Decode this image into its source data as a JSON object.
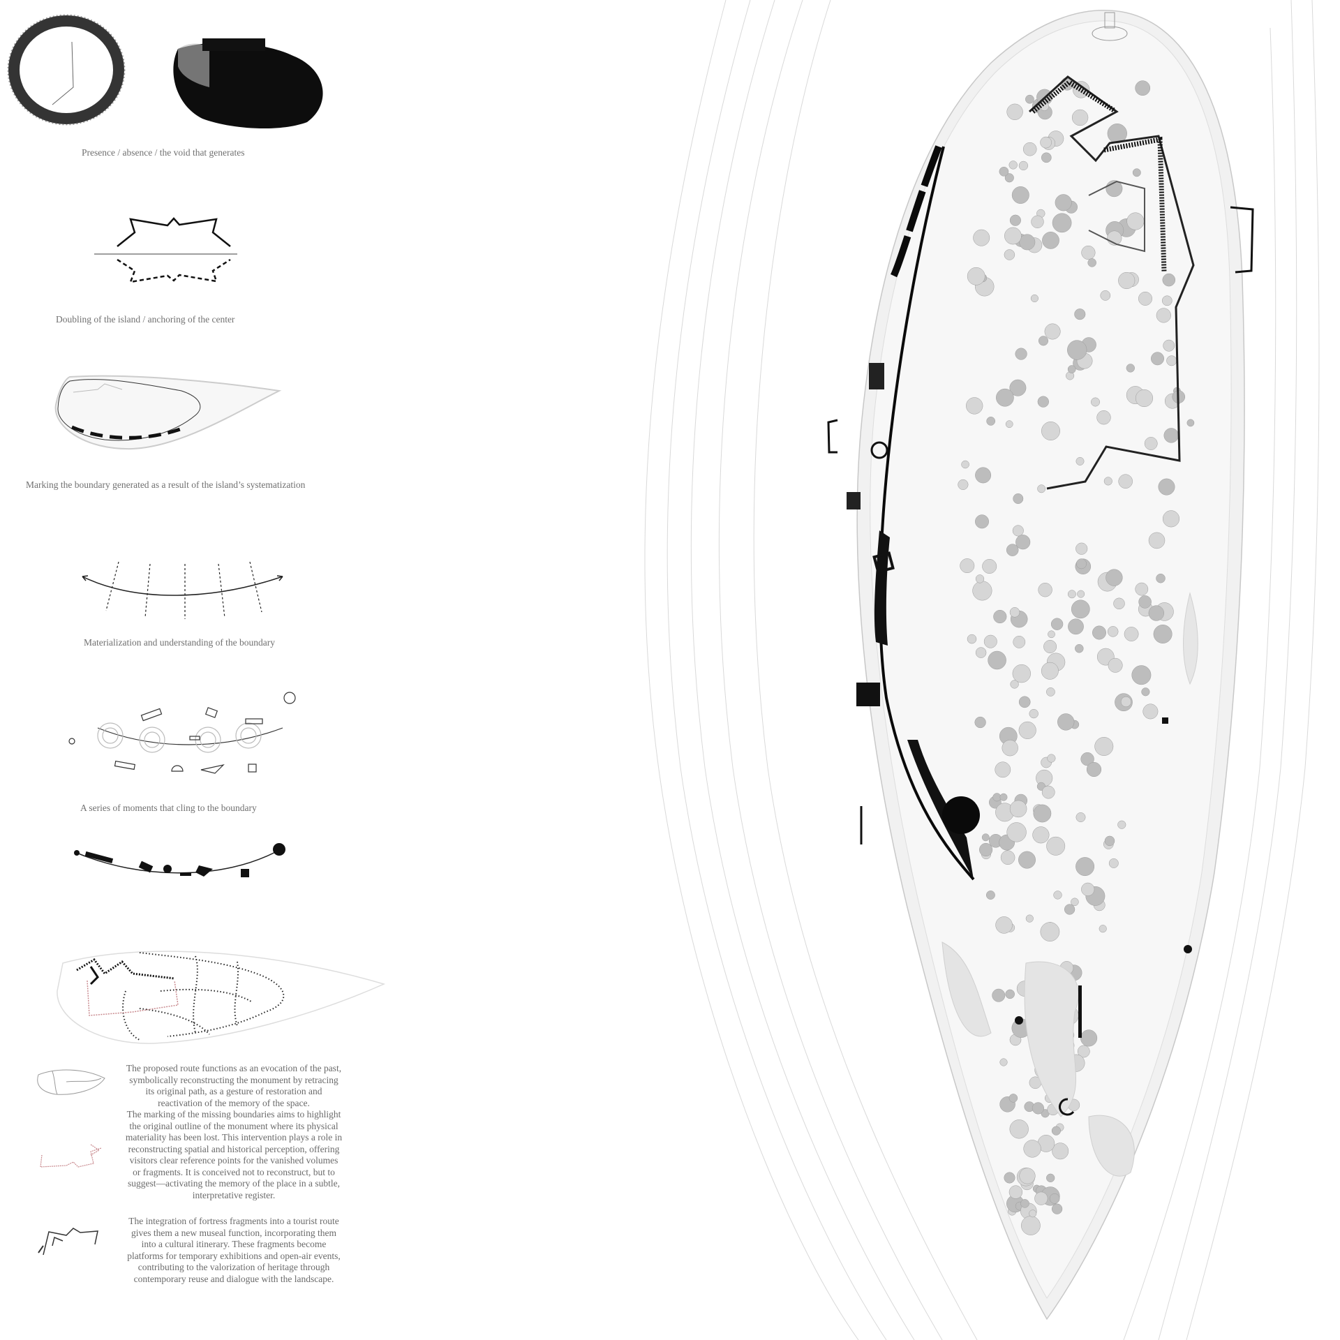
{
  "diagrams": [
    {
      "caption": "Presence / absence / the void that generates"
    },
    {
      "caption": "Doubling of the island / anchoring of the center"
    },
    {
      "caption": "Marking the boundary generated as a result of the island’s systematization"
    },
    {
      "caption": "Materialization and understanding of the boundary"
    },
    {
      "caption": "A series of moments that cling to the boundary"
    }
  ],
  "legend": {
    "paragraph_1": [
      "The proposed route functions as an evocation of the past,",
      "symbolically reconstructing the monument by retracing",
      "its original path, as a gesture of restoration and",
      "reactivation of the memory of the space.",
      "The marking of the missing boundaries aims to highlight",
      "the original outline of the monument where its physical",
      "materiality has been lost. This intervention plays a role in",
      "reconstructing spatial and historical perception, offering",
      "visitors clear reference points for the vanished volumes",
      "or fragments. It is conceived not to reconstruct, but to",
      "suggest—activating the memory of the place in a subtle,",
      "interpretative register."
    ],
    "paragraph_2": [
      "The integration of fortress fragments into a tourist route",
      "gives them a new museal function, incorporating them",
      "into a cultural itinerary. These fragments become",
      "platforms for temporary exhibitions and open-air events,",
      "contributing to the valorization of heritage through",
      "contemporary reuse and dialogue with the landscape."
    ]
  },
  "colors": {
    "ink": "#111111",
    "caption": "#707070",
    "route_red": "#c98a8f",
    "contour": "#d8d8d8"
  }
}
